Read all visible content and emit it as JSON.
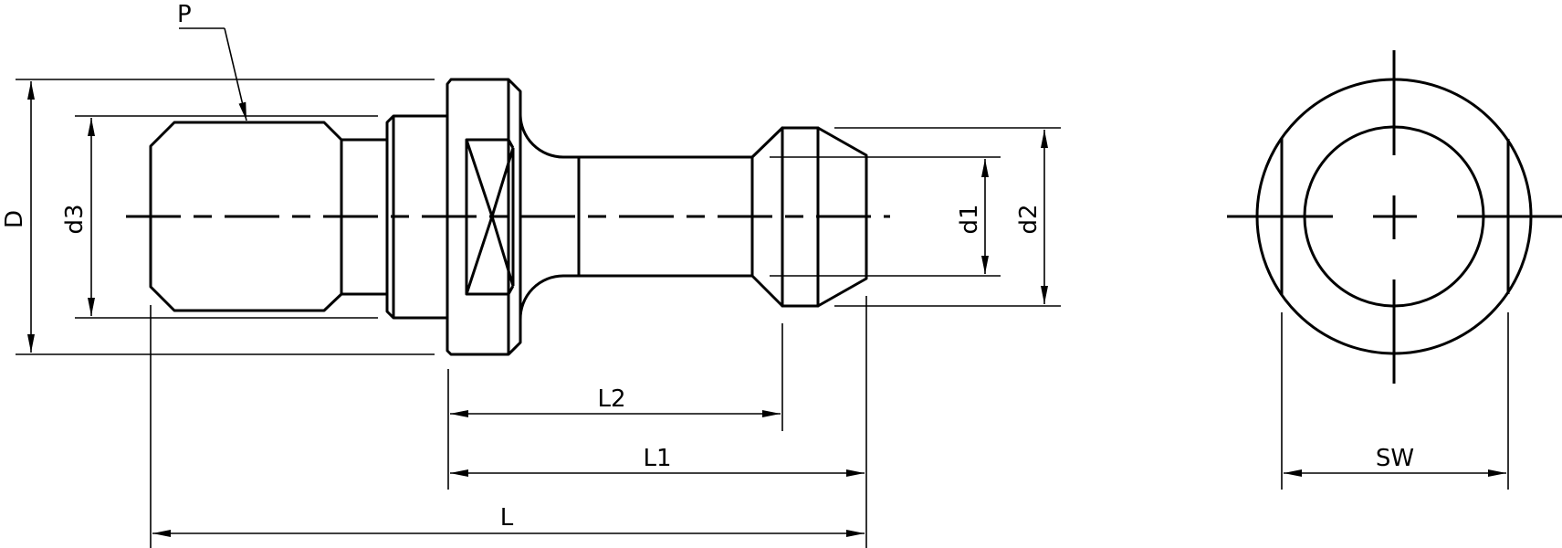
{
  "drawing": {
    "labels": {
      "P": "P",
      "D": "D",
      "d3": "d3",
      "d1": "d1",
      "d2": "d2",
      "L2": "L2",
      "L1": "L1",
      "L": "L",
      "SW": "SW"
    }
  }
}
